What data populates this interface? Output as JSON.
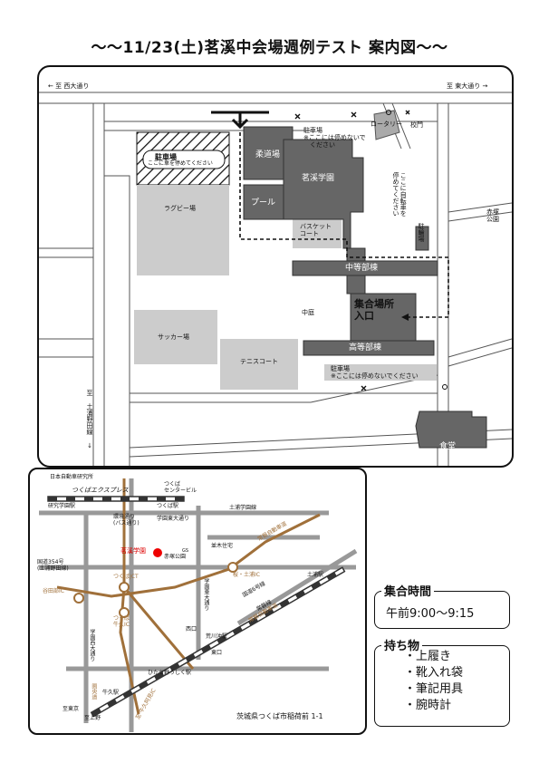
{
  "title": "〜〜11/23(土)茗溪中会場週例テスト 案内図〜〜",
  "campus_map": {
    "roads": {
      "west": "← 至 西大通り",
      "east": "至 東大通り →",
      "south": "至 土浦野田線 ↓"
    },
    "buildings": {
      "judo": "柔道場",
      "pool": "プール",
      "meikei": "茗溪学園",
      "middle": "中等部棟",
      "high": "高等部棟",
      "cafeteria": "食堂",
      "rotary": "ロータリー",
      "gate": "校門"
    },
    "areas": {
      "rugby": "ラグビー場",
      "soccer": "サッカー場",
      "tennis": "テニスコート",
      "basket": "バスケット\nコート",
      "courtyard": "中庭",
      "akatsuka": "赤塚\n公園"
    },
    "parking": {
      "hatched_title": "駐車場",
      "hatched_note": "ここに車を停めてください",
      "top_note": "駐車場\n※ここには停めないで\n　ください",
      "bottom_note": "駐車場\n※ここには停めないでください",
      "bike_note": "ここに自転車を\n停めてください",
      "bike_lot": "駐輪場"
    },
    "gathering": "集合場所\n入口"
  },
  "area_map": {
    "labels": {
      "lab": "日本自動車研究所",
      "tx": "つくばエクスプレス",
      "kenkyu_st": "研究学園駅",
      "tsukuba_center": "つくば\nセンタービル",
      "tsukuba_st": "つくば駅",
      "gakuen_higashi": "学園東大通り",
      "tsuchiura_gakuen": "土浦学園線",
      "kankyo": "環境通り\n(バス通り)",
      "meikei": "茗溪学園",
      "akatsuka": "赤塚公園",
      "namiki": "並木住宅",
      "gs": "GS",
      "joban_exp": "常磐自動車道",
      "route354": "国道354号\n(土浦野田線)",
      "yatabe": "谷田部IC",
      "tsukuba_jct": "つくばJCT",
      "gakuen_nishi": "学園西大通り",
      "gakuen_higashi2": "学園東大通り",
      "sakura": "桜・土浦IC",
      "tsuchiura_st": "土浦駅",
      "route6": "国道6号線",
      "joban_line": "常磐線",
      "tsukuba_ushiku": "つくば\n牛久IC",
      "arakawaoki": "荒川沖駅",
      "nishiguchi": "西口",
      "higashiguchi": "東口",
      "hitachino": "ひたち野うしく駅",
      "joban_exp2": "常磐自動車道",
      "kenichi": "圏央道",
      "ushiku_st": "牛久駅",
      "ushiku_ami": "至 牛久阿見IC",
      "to_tokyo": "至東京",
      "to_ueno": "至上野",
      "address": "茨城県つくば市稲荷前 1-1"
    }
  },
  "meeting_time": {
    "heading": "集合時間",
    "value": "午前9:00〜9:15"
  },
  "belongings": {
    "heading": "持ち物",
    "items": [
      "・上履き",
      "・靴入れ袋",
      "・筆記用具",
      "・腕時計"
    ]
  }
}
